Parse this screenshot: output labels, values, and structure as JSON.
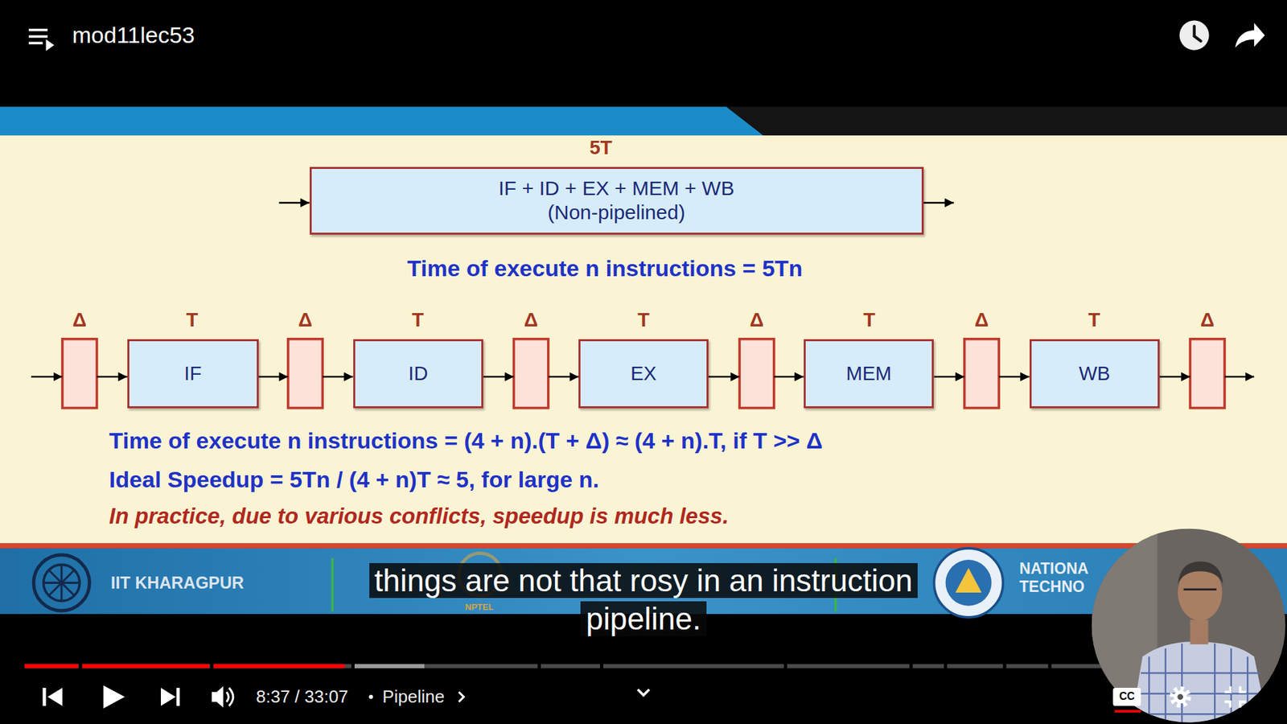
{
  "diagram": {
    "title": "mod11lec53",
    "nodes": [
      {
        "text": [
          "IF + ID + EX + MEM + WB",
          "(Non-pipelined)"
        ]
      },
      {
        "text": [
          "IF"
        ]
      },
      {
        "text": [
          "ID"
        ]
      },
      {
        "text": [
          "EX"
        ]
      },
      {
        "text": [
          "MEM"
        ]
      },
      {
        "text": [
          "WB"
        ]
      }
    ],
    "labels": [
      "5T",
      "Time of execute n instructions = 5Tn",
      "Δ",
      "T",
      "Δ",
      "T",
      "Δ",
      "T",
      "Δ",
      "T",
      "Δ",
      "T",
      "Δ",
      "Time of execute n instructions = (4 + n).(T + Δ) ≈ (4 + n).T, if T >> Δ",
      "Ideal Speedup = 5Tn / (4 + n)T ≈ 5, for large n.",
      "In practice, due to various conflicts, speedup is much less.",
      "IIT KHARAGPUR",
      "NPTEL",
      "NATIONA",
      "TECHNO",
      "things are not that rosy in an instruction pipeline.",
      "8:37 / 33:07",
      "Pipeline",
      "CC"
    ]
  }
}
